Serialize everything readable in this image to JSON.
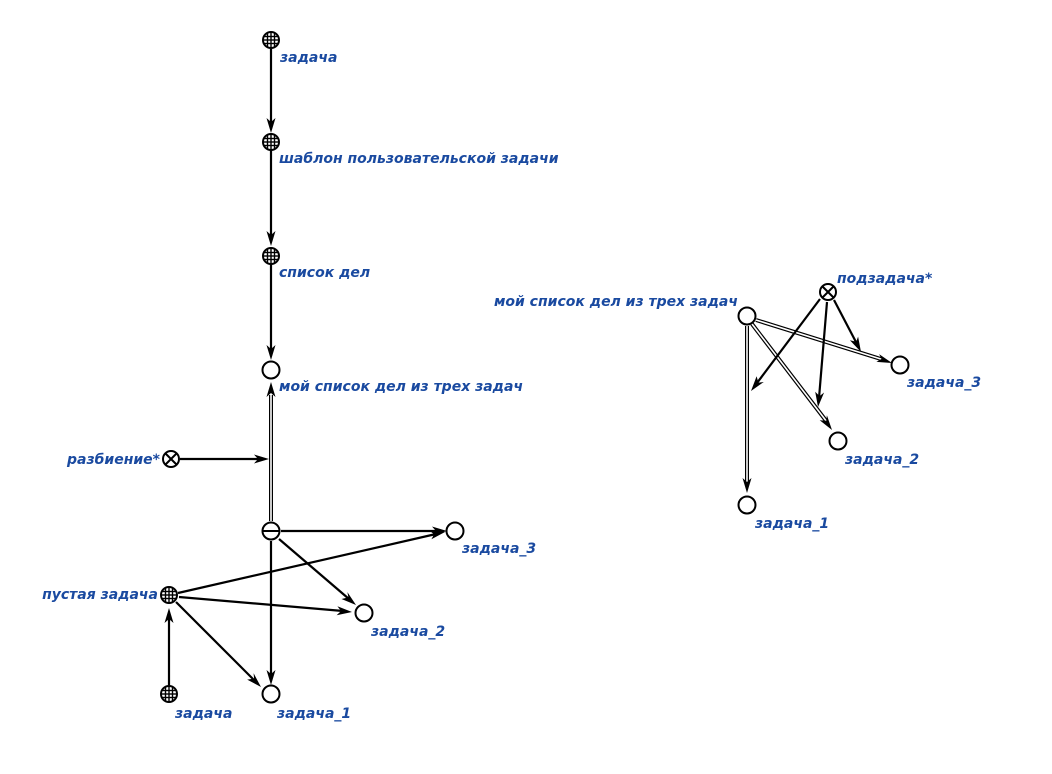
{
  "labels": {
    "zadacha_top": "задача",
    "shablon": "шаблон пользовательской задачи",
    "spisok_del": "список дел",
    "moy_spisok_left": "мой список дел из трех задач",
    "razbienie": "разбиение*",
    "zadacha_3_left": "задача_3",
    "pustaya_zadacha": "пустая задача",
    "zadacha_2_left": "задача_2",
    "zadacha_bottom": "задача",
    "zadacha_1_left": "задача_1",
    "podzadacha": "подзадача*",
    "moy_spisok_right": "мой список дел из трех задач",
    "zadacha_3_right": "задача_3",
    "zadacha_2_right": "задача_2",
    "zadacha_1_right": "задача_1"
  },
  "colors": {
    "label": "#1a4aa0",
    "stroke": "#000000",
    "background": "#ffffff"
  },
  "node_kinds": {
    "class": "grid-circle-icon",
    "instance": "empty-circle-icon",
    "relation": "cross-circle-icon",
    "bundle": "bar-circle-icon"
  }
}
